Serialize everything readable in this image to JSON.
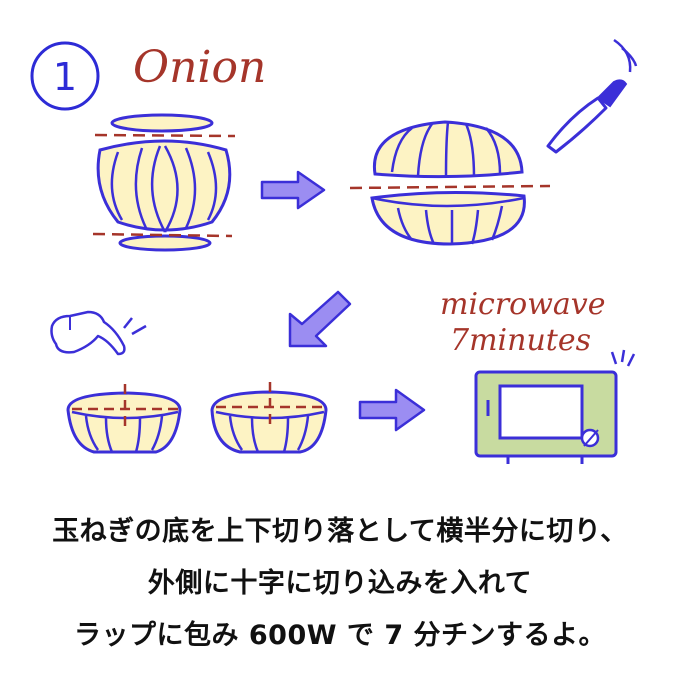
{
  "step": {
    "number": "1",
    "title": "Onion"
  },
  "microwave": {
    "line1": "microwave",
    "line2": "7minutes"
  },
  "caption": {
    "line1": "玉ねぎの底を上下切り落として横半分に切り、",
    "line2": "外側に十字に切り込みを入れて",
    "line3": "ラップに包み 600W で 7 分チンするよ。"
  },
  "colors": {
    "outline": "#3b2fd8",
    "onion_fill": "#fdf3c4",
    "cut_line": "#a5352a",
    "arrow_fill": "#9b8df2",
    "microwave_body": "#c8dba0",
    "text_red": "#a5352a"
  },
  "icons": [
    "knife-icon",
    "pointing-hand-icon",
    "microwave-icon",
    "arrow-right-icon",
    "arrow-down-left-icon"
  ]
}
